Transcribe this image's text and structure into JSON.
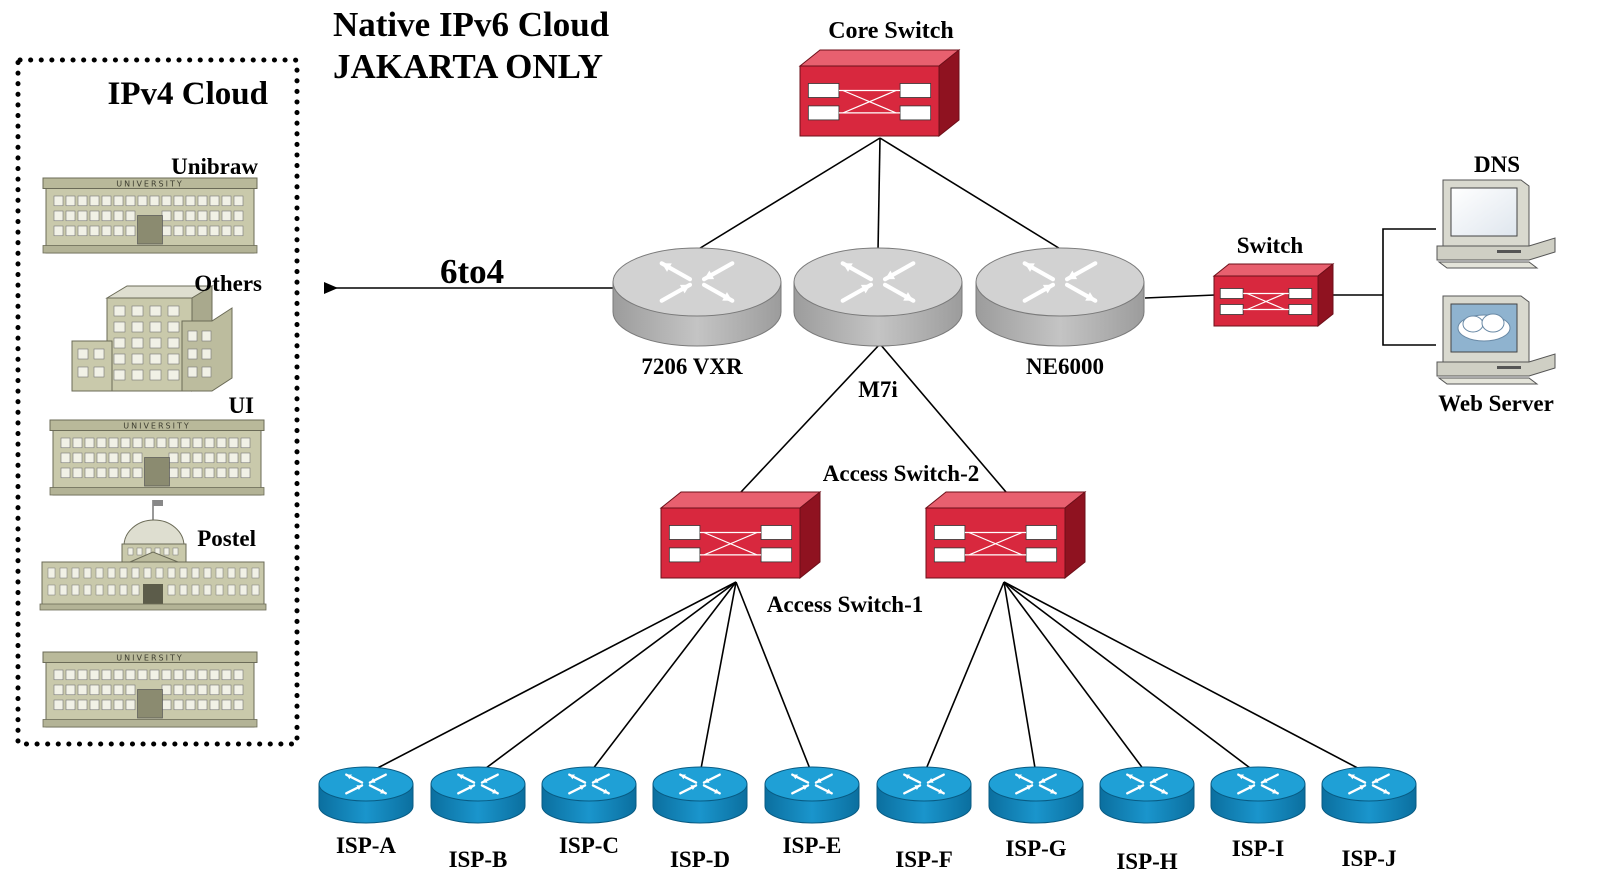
{
  "title": {
    "line1": "Native IPv6 Cloud",
    "line2": "JAKARTA ONLY"
  },
  "ipv4_cloud": {
    "title": "IPv4 Cloud",
    "sites": [
      {
        "label": "Unibraw",
        "icon": "university-building-icon",
        "sign": "UNIVERSITY"
      },
      {
        "label": "Others",
        "icon": "office-building-icon"
      },
      {
        "label": "UI",
        "icon": "university-building-icon",
        "sign": "UNIVERSITY"
      },
      {
        "label": "Postel",
        "icon": "domed-building-icon"
      },
      {
        "label": "",
        "icon": "university-building-icon",
        "sign": "UNIVERSITY"
      }
    ]
  },
  "tunnel": {
    "label": "6to4"
  },
  "core_switch": {
    "label": "Core Switch"
  },
  "routers": [
    {
      "id": "r7206",
      "label": "7206 VXR"
    },
    {
      "id": "m7i",
      "label": "M7i"
    },
    {
      "id": "ne6000",
      "label": "NE6000"
    }
  ],
  "server_switch": {
    "label": "Switch"
  },
  "servers": [
    {
      "id": "dns",
      "label": "DNS",
      "icon": "workstation-icon"
    },
    {
      "id": "web",
      "label": "Web Server",
      "icon": "web-server-icon"
    }
  ],
  "access_switches": [
    {
      "id": "as1",
      "label": "Access Switch-1"
    },
    {
      "id": "as2",
      "label": "Access Switch-2"
    }
  ],
  "isps": [
    "ISP-A",
    "ISP-B",
    "ISP-C",
    "ISP-D",
    "ISP-E",
    "ISP-F",
    "ISP-G",
    "ISP-H",
    "ISP-I",
    "ISP-J"
  ],
  "colors": {
    "switch_front": "#d8283e",
    "switch_top": "#e8606f",
    "switch_side": "#8f1220",
    "router_grey_top": "#d2d2d2",
    "router_grey_side": "#a9a9a9",
    "isp_router_top": "#1fa0d6",
    "isp_router_side": "#0c78ad",
    "building": "#c9c9ab"
  }
}
